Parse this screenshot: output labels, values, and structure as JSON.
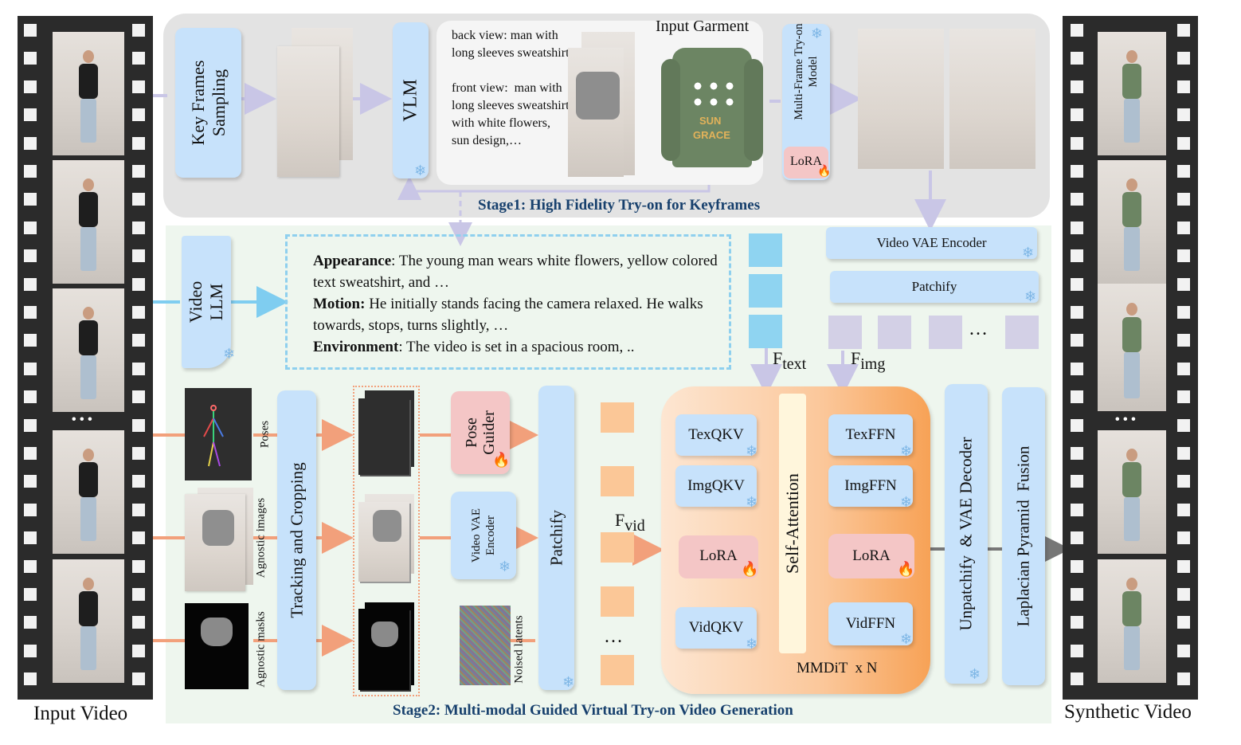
{
  "stage1": {
    "title": "Stage1: High Fidelity Try-on for Keyframes",
    "key_frames_sampling": "Key Frames Sampling",
    "vlm": "VLM",
    "description": "back view: man with long sleeves sweatshirt\n\nfront view:  man with long sleeves sweatshirt with white flowers, sun design,…",
    "input_garment": "Input Garment",
    "garment_text_1": "SUN",
    "garment_text_2": "GRACE",
    "tryon_model": "Multi-Frame Try-on Model",
    "lora": "LoRA"
  },
  "stage2": {
    "title": "Stage2: Multi-modal Guided Virtual Try-on Video Generation",
    "video_llm": "Video LLM",
    "caption": {
      "appearance_label": "Appearance",
      "appearance_text": ": The young man wears white flowers, yellow colored text sweatshirt, and …",
      "motion_label": "Motion:",
      "motion_text": " He initially stands facing the camera relaxed. He walks towards, stops, turns slightly, …",
      "environment_label": "Environment",
      "environment_text": ":  The video is set in a spacious room, .."
    },
    "video_vae_encoder_top": "Video VAE Encoder",
    "patchify_top": "Patchify",
    "ellipsis": "…",
    "f_text": "F",
    "f_text_sub": "text",
    "f_img": "F",
    "f_img_sub": "img",
    "f_vid": "F",
    "f_vid_sub": "vid",
    "poses": "Poses",
    "agnostic_images": "Agnostic images",
    "agnostic_masks": "Agnostic  masks",
    "tracking": "Tracking and Cropping",
    "pose_guider": "Pose Guider",
    "video_vae_encoder": "Video VAE Encoder",
    "noised_latents": "Noised latents",
    "patchify": "Patchify",
    "texqkv": "TexQKV",
    "imgqkv": "ImgQKV",
    "vidqkv": "VidQKV",
    "lora": "LoRA",
    "self_attention": "Self-Attention",
    "texffn": "TexFFN",
    "imgffn": "ImgFFN",
    "vidffn": "VidFFN",
    "mmdit": "MMDiT  x N",
    "unpatchify": "Unpatchify  & VAE Decoder",
    "laplacian": "Laplacian Pyramid  Fusion"
  },
  "input_video": "Input Video",
  "synthetic_video": "Synthetic Video",
  "dots": "• • •",
  "icons": {
    "frozen": "snowflake-icon",
    "trainable": "fire-icon"
  },
  "colors": {
    "blue_box": "#c7e2fb",
    "pink_box": "#f4c6c6",
    "orange_arrow": "#f2a07b",
    "lavender_arrow": "#c9c6e6",
    "cyan_arrow": "#7fcdf0",
    "stage1_bg": "#e3e3e3",
    "stage2_bg": "#eef6ee",
    "mmdit_start": "#fde4cf",
    "mmdit_end": "#f7a256",
    "stage_title": "#17406d"
  }
}
